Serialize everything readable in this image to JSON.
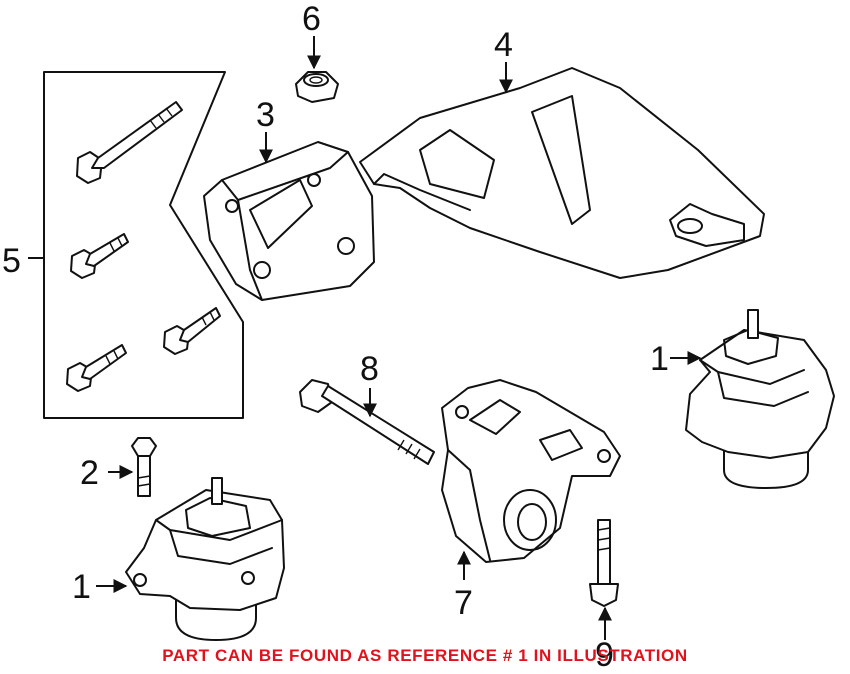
{
  "callouts": {
    "c1a": "1",
    "c1b": "1",
    "c2": "2",
    "c3": "3",
    "c4": "4",
    "c5": "5",
    "c6": "6",
    "c7": "7",
    "c8": "8",
    "c9": "9"
  },
  "note": "PART CAN BE FOUND AS REFERENCE # 1 IN ILLUSTRATION",
  "colors": {
    "note": "#e0121b",
    "line": "#111111"
  }
}
